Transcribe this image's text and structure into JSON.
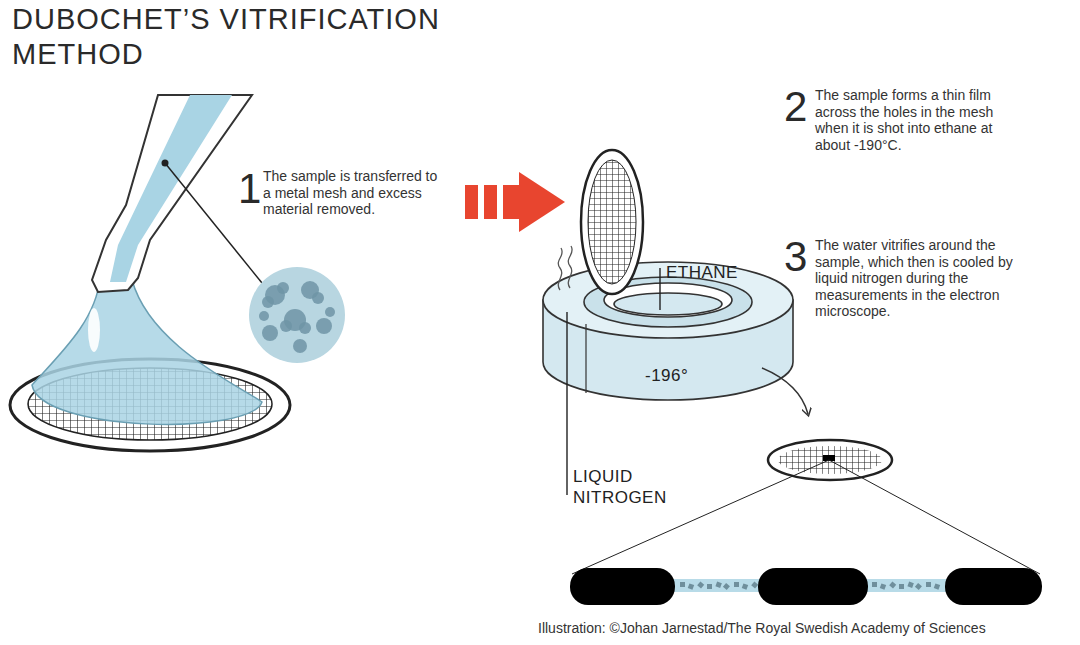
{
  "diagram": {
    "title": "DUBOCHET’S VITRIFICATION METHOD",
    "caption": "Illustration: ©Johan Jarnestad/The Royal Swedish Academy of Sciences",
    "labels": [
      "1",
      "The sample is transferred to a metal mesh and excess material removed.",
      "2",
      "The sample forms a thin film across the holes in the mesh when it is shot into ethane at about -190°C.",
      "3",
      "The water vitrifies around the sample, which then is cooled by liquid nitrogen during the measurements in the electron microscope.",
      "ETHANE",
      "-196°",
      "LIQUID NITROGEN"
    ]
  }
}
